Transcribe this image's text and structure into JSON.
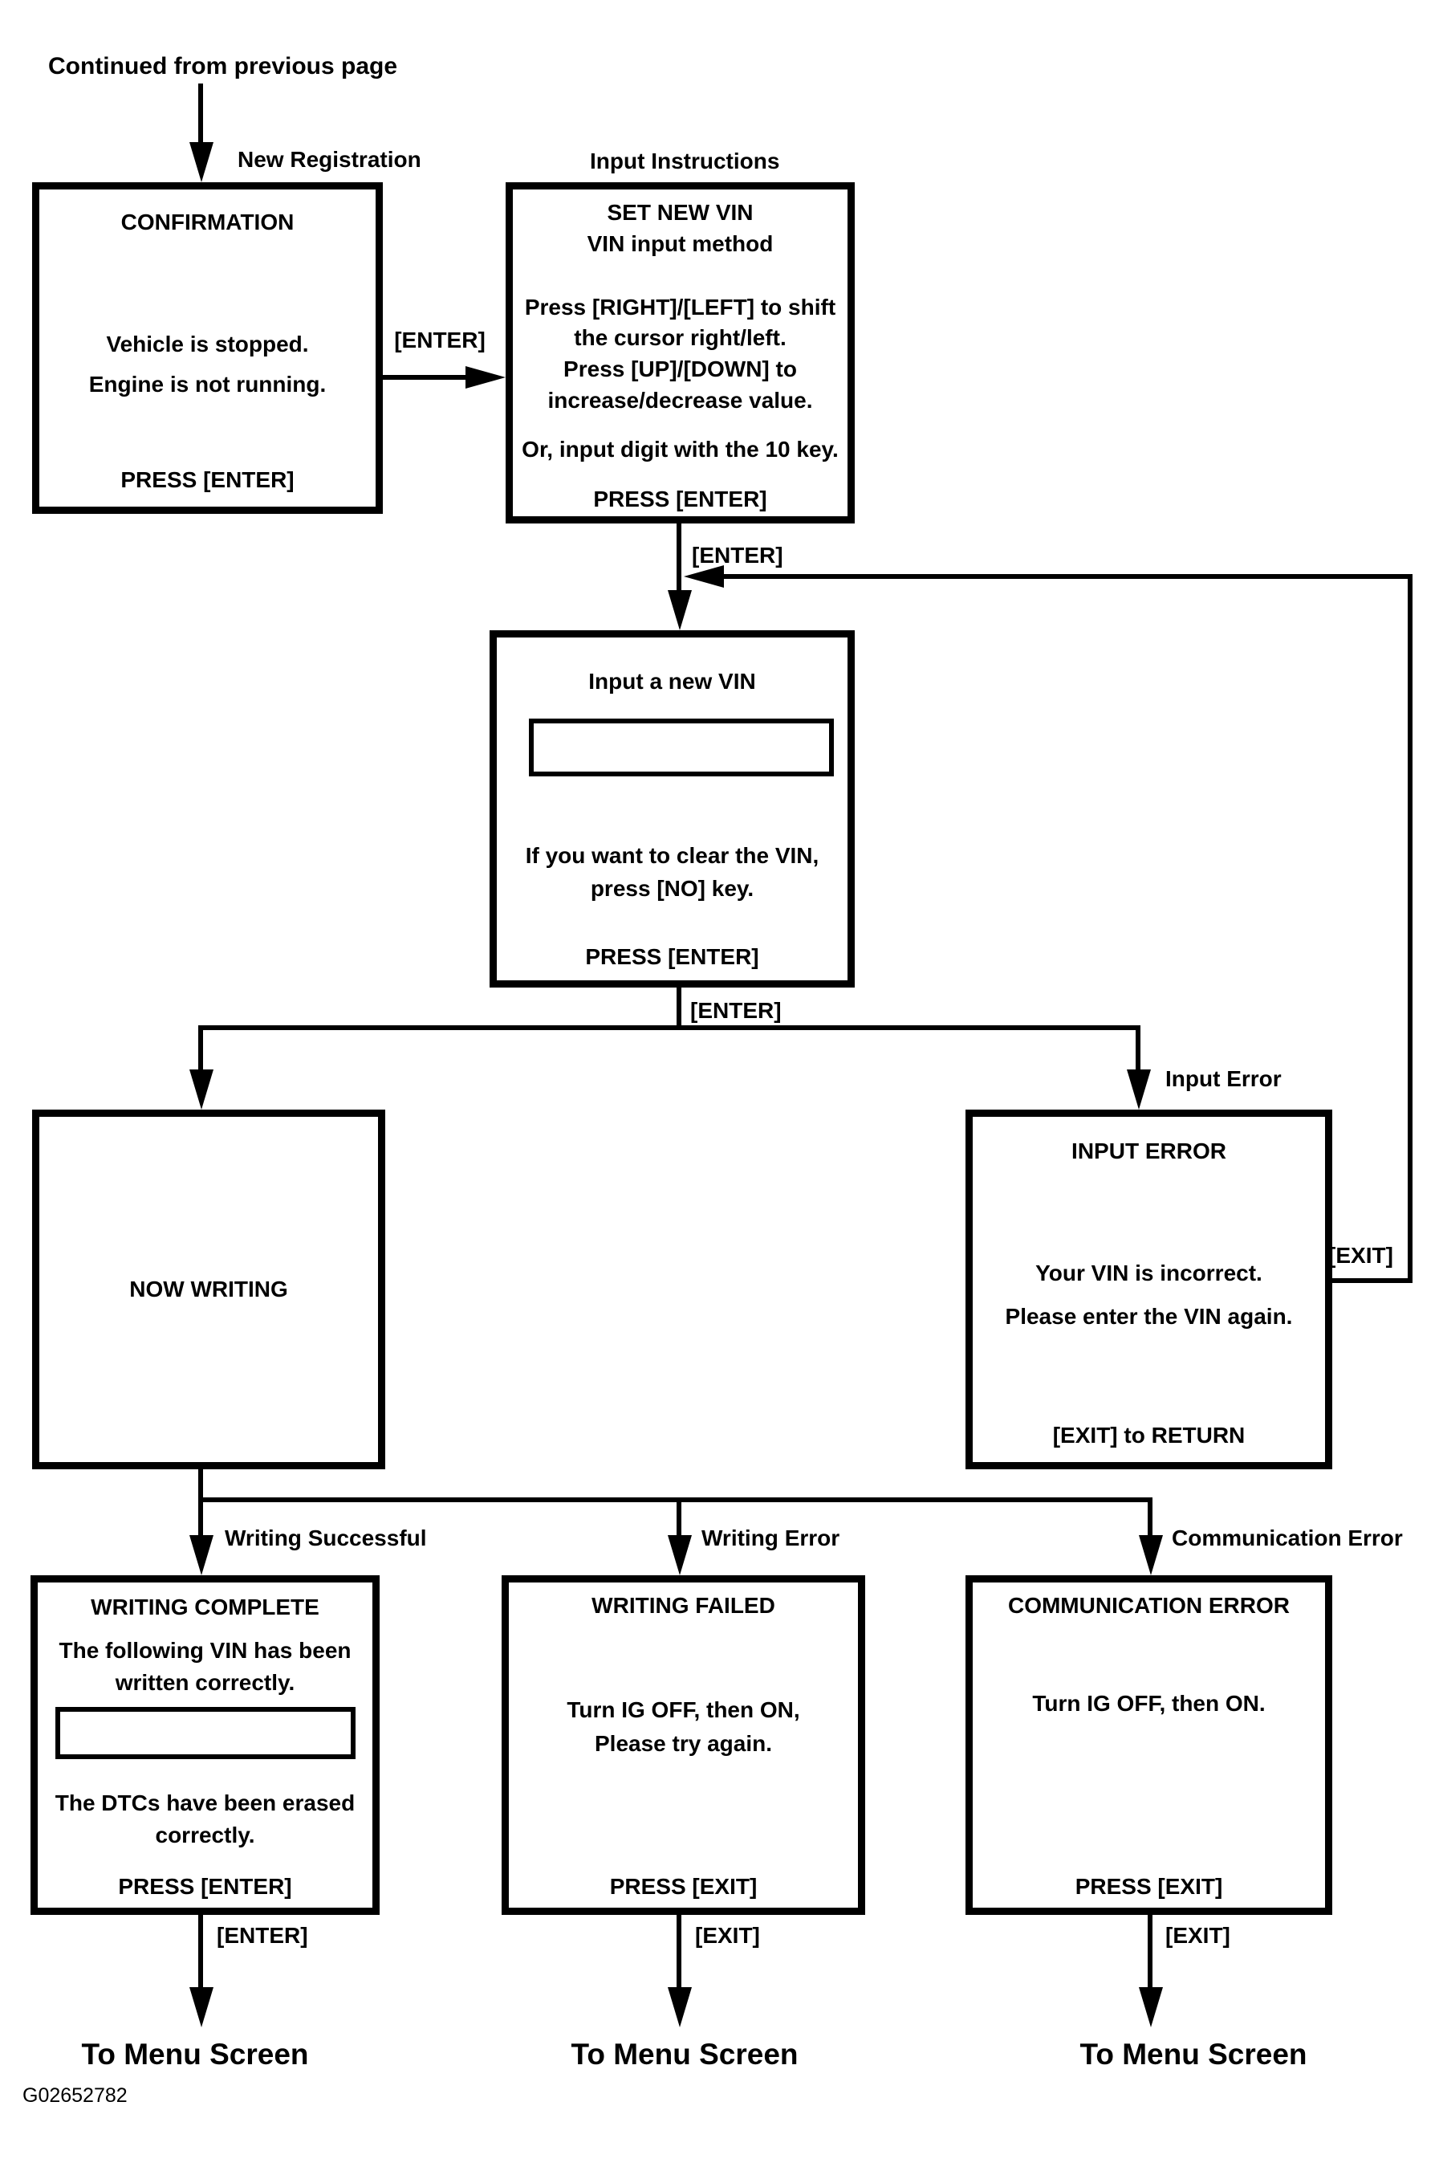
{
  "diagram": {
    "continued_label": "Continued from previous page",
    "figure_code": "G02652782",
    "labels": {
      "new_registration": "New Registration",
      "input_instructions": "Input Instructions",
      "enter_confirm_to_instructions": "[ENTER]",
      "enter_instructions_to_input": "[ENTER]",
      "enter_input_to_branch": "[ENTER]",
      "input_error": "Input Error",
      "exit_feedback": "[EXIT]",
      "writing_successful": "Writing Successful",
      "writing_error": "Writing Error",
      "communication_error": "Communication Error",
      "enter_bottom_left": "[ENTER]",
      "exit_bottom_middle": "[EXIT]",
      "exit_bottom_right": "[EXIT]",
      "to_menu_left": "To Menu Screen",
      "to_menu_middle": "To Menu Screen",
      "to_menu_right": "To Menu Screen"
    },
    "boxes": {
      "confirmation": {
        "title": "CONFIRMATION",
        "line1": "Vehicle is stopped.",
        "line2": "Engine is not running.",
        "footer": "PRESS [ENTER]"
      },
      "set_new_vin": {
        "title1": "SET NEW VIN",
        "title2": "VIN input method",
        "line1": "Press [RIGHT]/[LEFT] to shift",
        "line2": "the cursor right/left.",
        "line3": "Press [UP]/[DOWN] to",
        "line4": "increase/decrease value.",
        "line5": "Or, input digit with the 10 key.",
        "footer": "PRESS [ENTER]"
      },
      "input_new_vin": {
        "title": "Input a new VIN",
        "field_value": "",
        "line1": "If you want to clear the VIN,",
        "line2": "press [NO] key.",
        "footer": "PRESS [ENTER]"
      },
      "now_writing": {
        "title": "NOW WRITING"
      },
      "input_error": {
        "title": "INPUT ERROR",
        "line1": "Your VIN is incorrect.",
        "line2": "Please enter the VIN again.",
        "footer": "[EXIT] to RETURN"
      },
      "writing_complete": {
        "title": "WRITING COMPLETE",
        "line1": "The following VIN has been",
        "line2": "written correctly.",
        "field_value": "",
        "line3": "The DTCs have been erased",
        "line4": "correctly.",
        "footer": "PRESS [ENTER]"
      },
      "writing_failed": {
        "title": "WRITING FAILED",
        "line1": "Turn IG OFF, then ON,",
        "line2": "Please try again.",
        "footer": "PRESS [EXIT]"
      },
      "communication_error": {
        "title": "COMMUNICATION ERROR",
        "line1": "Turn IG OFF, then ON.",
        "footer": "PRESS [EXIT]"
      }
    },
    "colors": {
      "ink": "#000000",
      "paper": "#ffffff"
    }
  }
}
